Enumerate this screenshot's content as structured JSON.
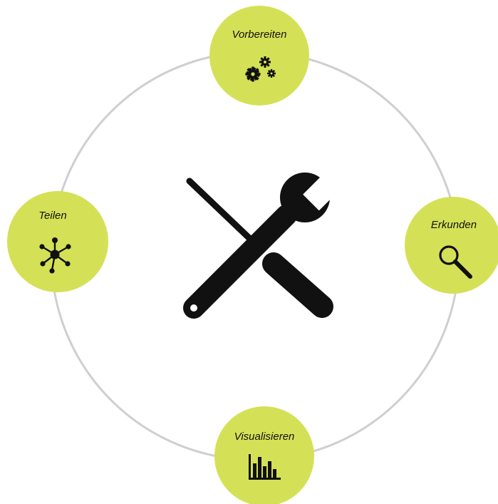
{
  "colors": {
    "ring": "#cfcfcf",
    "node_fill": "#d4e157",
    "icon": "#111111",
    "background": "#ffffff"
  },
  "center": {
    "icon": "wrench-screwdriver-icon"
  },
  "nodes": {
    "prepare": {
      "label": "Vorbereiten",
      "icon": "gears-icon"
    },
    "explore": {
      "label": "Erkunden",
      "icon": "magnifier-icon"
    },
    "visualize": {
      "label": "Visualisieren",
      "icon": "bar-chart-icon"
    },
    "share": {
      "label": "Teilen",
      "icon": "network-icon"
    }
  }
}
